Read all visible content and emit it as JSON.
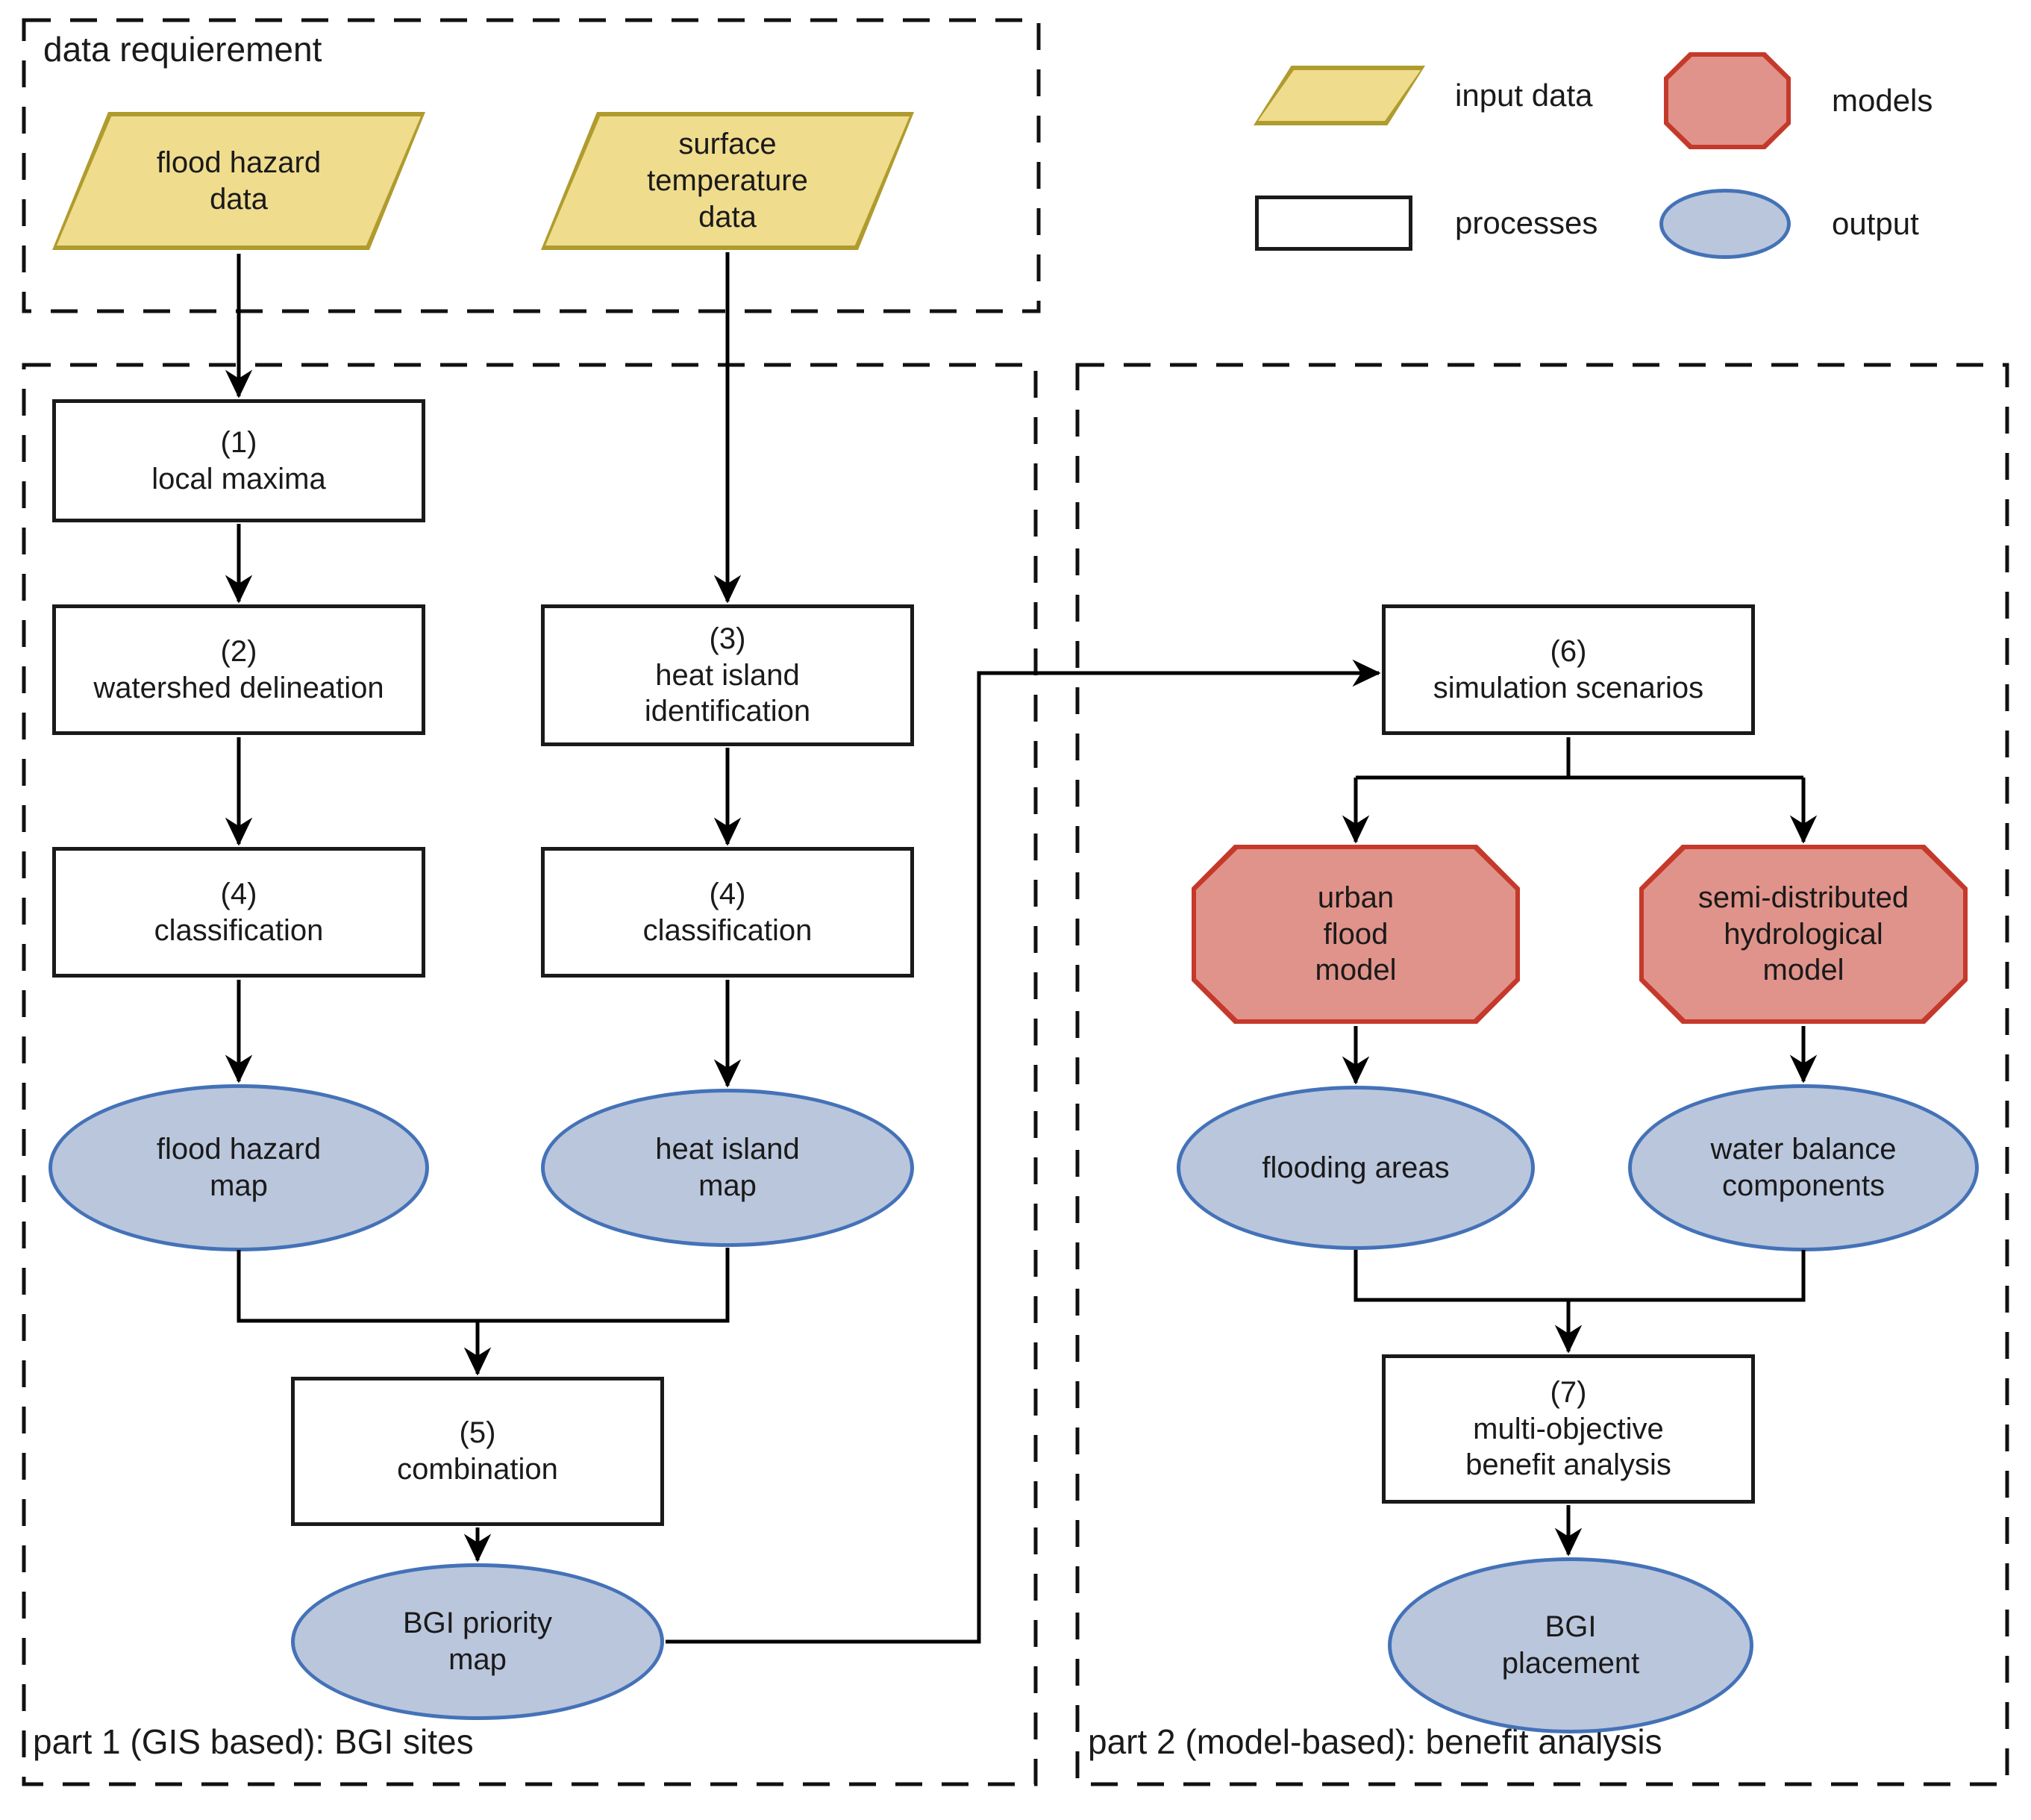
{
  "legend": {
    "input_data_label": "input data",
    "models_label": "models",
    "processes_label": "processes",
    "output_label": "output"
  },
  "data_requirement": {
    "title": "data requierement",
    "flood_hazard_data": "flood hazard\ndata",
    "surface_temperature_data": "surface\ntemperature\ndata"
  },
  "part1": {
    "caption": "part 1 (GIS based): BGI sites",
    "local_maxima": "(1)\nlocal maxima",
    "watershed_delineation": "(2)\nwatershed delineation",
    "heat_island_identification": "(3)\nheat island\nidentification",
    "classification_flood": "(4)\nclassification",
    "classification_heat": "(4)\nclassification",
    "combination": "(5)\ncombination",
    "flood_hazard_map": "flood hazard\nmap",
    "heat_island_map": "heat island\nmap",
    "bgi_priority_map": "BGI priority\nmap"
  },
  "part2": {
    "caption": "part 2 (model-based): benefit analysis",
    "simulation_scenarios": "(6)\nsimulation scenarios",
    "urban_flood_model": "urban\nflood\nmodel",
    "semi_distributed_hydrological_model": "semi-distributed\nhydrological\nmodel",
    "flooding_areas": "flooding areas",
    "water_balance_components": "water balance\ncomponents",
    "multi_objective_benefit_analysis": "(7)\nmulti-objective\nbenefit analysis",
    "bgi_placement": "BGI\nplacement"
  },
  "colors": {
    "input_fill": "#efdc8d",
    "input_border": "#b09b2e",
    "model_fill": "#e0938a",
    "model_border": "#c5392b",
    "output_fill": "#bac6dc",
    "output_border": "#4472b8",
    "process_border": "#1a1a1a",
    "dashed_frame": "#111111"
  }
}
